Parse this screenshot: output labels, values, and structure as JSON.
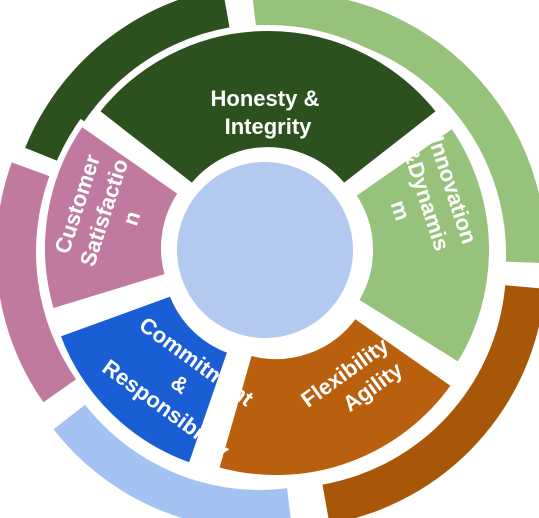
{
  "diagram": {
    "center_color": "#b3c9f0",
    "segments": [
      {
        "id": "honesty",
        "lines": [
          "Honesty &",
          "Integrity"
        ],
        "inner_color": "#2c511e",
        "outer_color": "#2c511e"
      },
      {
        "id": "innovation",
        "lines": [
          "Innovation",
          "&Dynamis",
          "m"
        ],
        "inner_color": "#97c27b",
        "outer_color": "#97c27b"
      },
      {
        "id": "flexibility",
        "lines": [
          "Flexibility &",
          "Agility"
        ],
        "inner_color": "#b8600e",
        "outer_color": "#a85708"
      },
      {
        "id": "commitment",
        "lines": [
          "Commitment",
          "&",
          "Responsibility"
        ],
        "inner_color": "#1a5ed6",
        "outer_color": "#a3c2f2"
      },
      {
        "id": "customer",
        "lines": [
          "Customer",
          "Satisfactio",
          "n"
        ],
        "inner_color": "#c07aa0",
        "outer_color": "#c07aa0"
      }
    ]
  }
}
